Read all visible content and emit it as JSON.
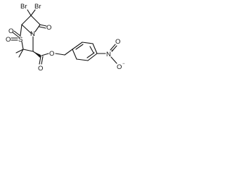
{
  "atoms": {
    "br_left": "Br",
    "br_right": "Br",
    "n": "N",
    "o_lactam": "O",
    "s": "S",
    "o_s_top": "O",
    "o_s_left": "O",
    "o_ester_carbonyl": "O",
    "o_ester": "O",
    "n_nitro": "N",
    "n_nitro_charge": "+",
    "o_nitro_top": "O",
    "o_nitro_bottom": "O",
    "o_nitro_charge": "−"
  },
  "colors": {
    "ink": "#111111",
    "background": "#ffffff"
  }
}
